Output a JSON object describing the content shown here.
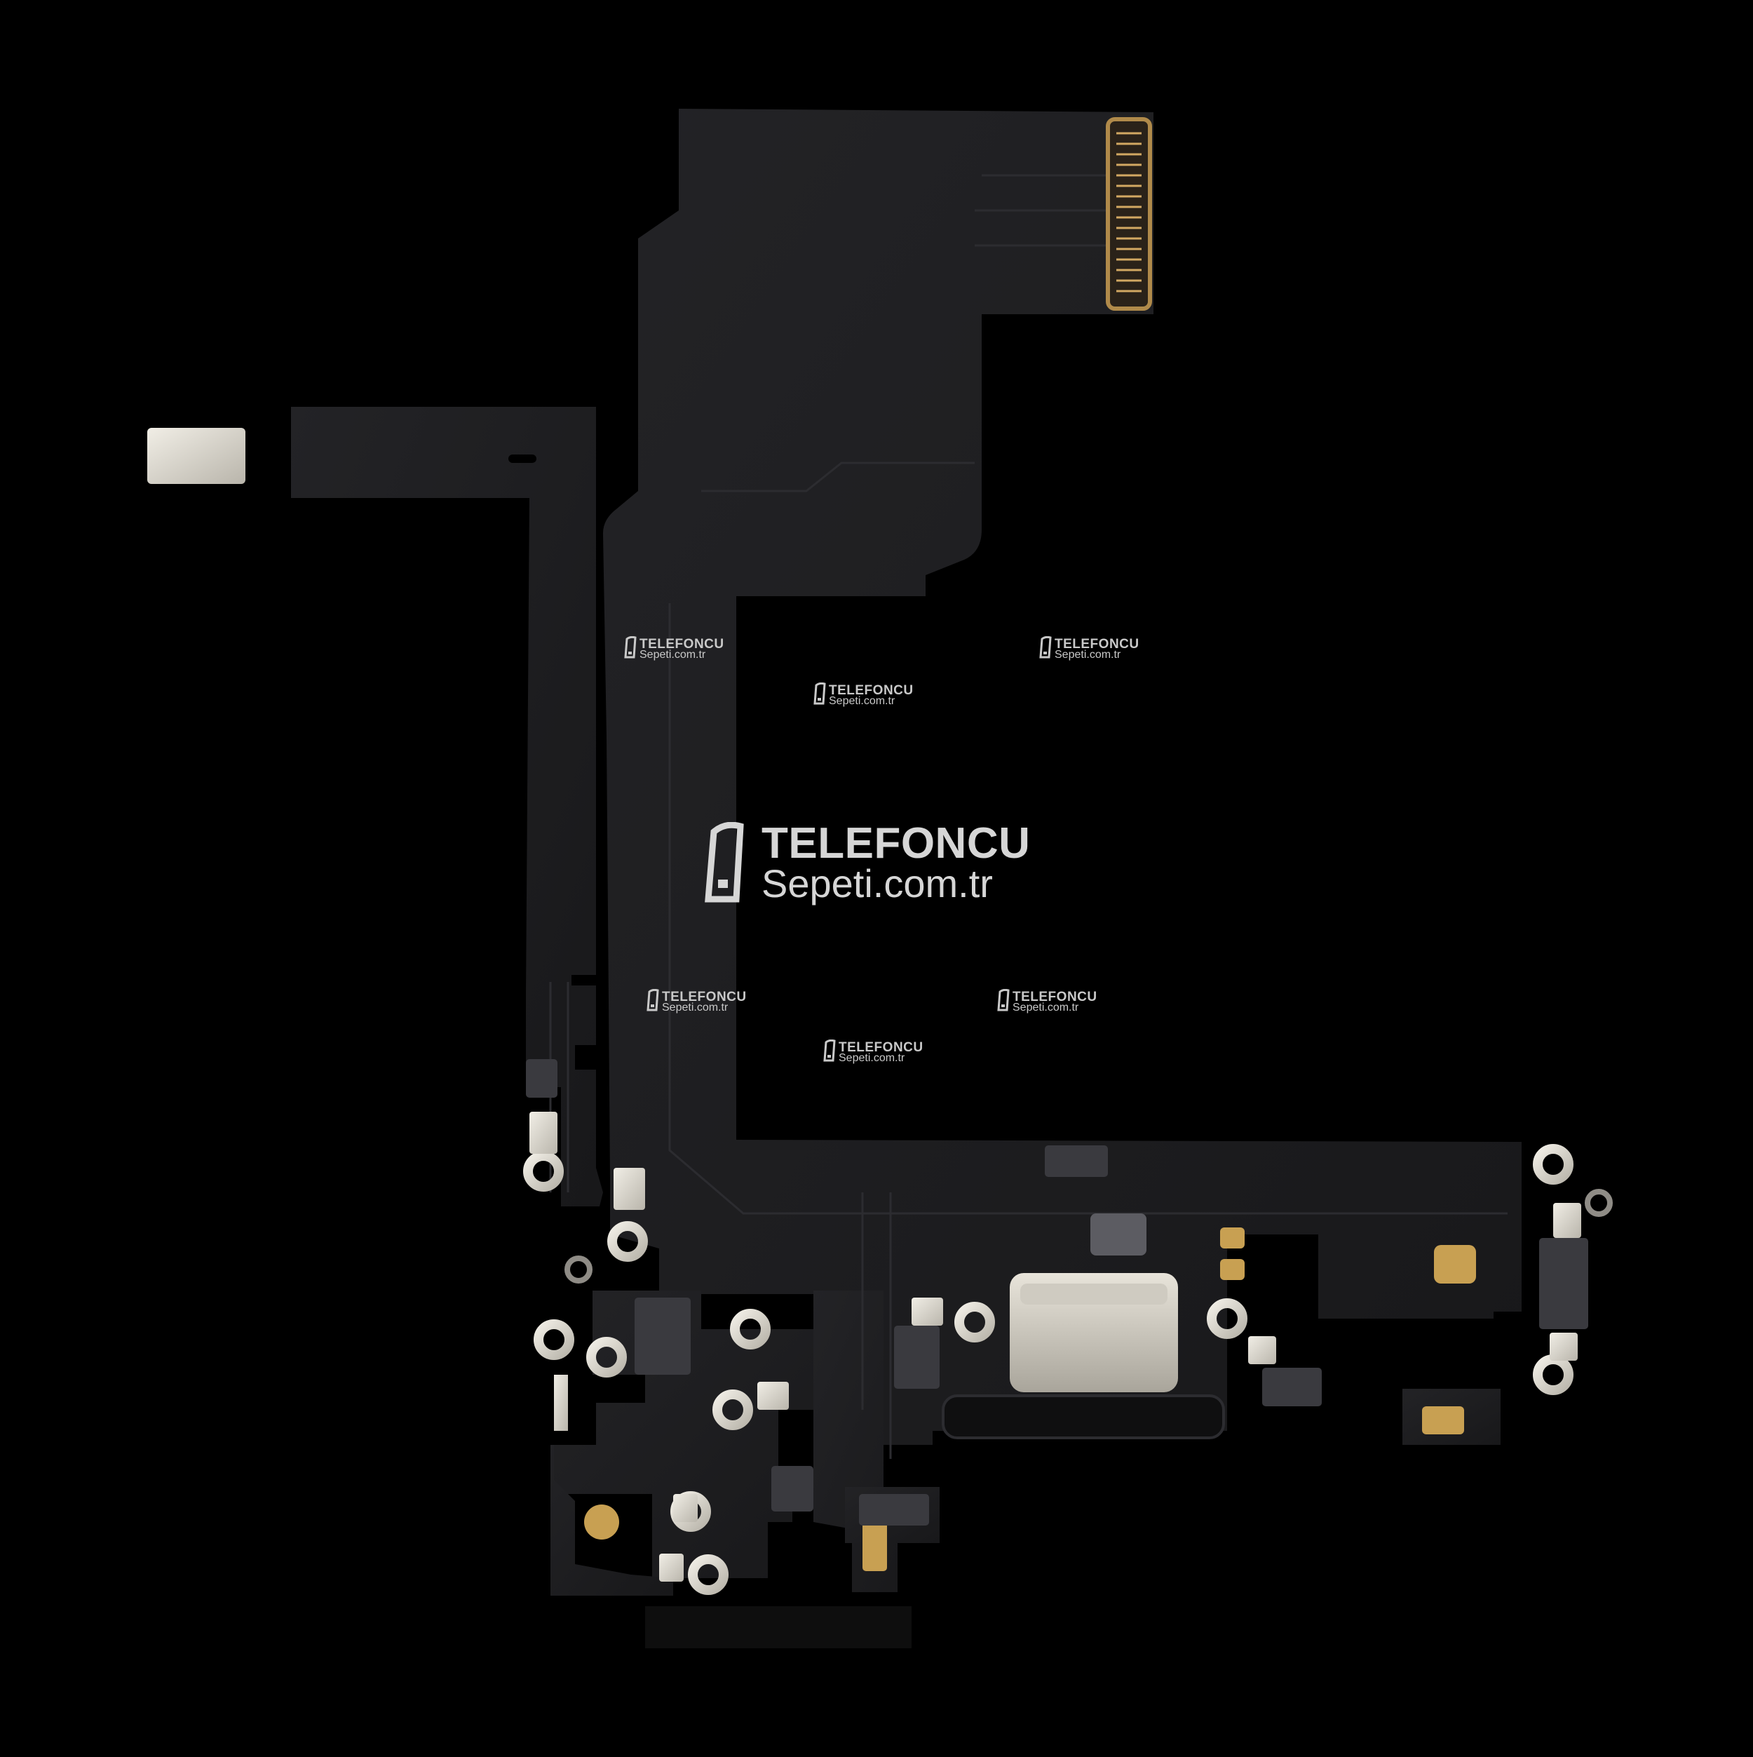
{
  "image": {
    "subject": "flex-cable-assembly",
    "background_color": "#000000",
    "cable_color": "#1d1d1f",
    "contact_color": "#e4e0d6",
    "connector_gold": "#b08a4a"
  },
  "watermarks": [
    {
      "line1": "TELEFONCU",
      "line2": "Sepeti.com.tr"
    },
    {
      "line1": "TELEFONCU",
      "line2": "Sepeti.com.tr"
    },
    {
      "line1": "TELEFONCU",
      "line2": "Sepeti.com.tr"
    },
    {
      "line1": "TELEFONCU",
      "line2": "Sepeti.com.tr"
    },
    {
      "line1": "TELEFONCU",
      "line2": "Sepeti.com.tr"
    },
    {
      "line1": "TELEFONCU",
      "line2": "Sepeti.com.tr"
    },
    {
      "line1": "TELEFONCU",
      "line2": "Sepeti.com.tr"
    }
  ]
}
